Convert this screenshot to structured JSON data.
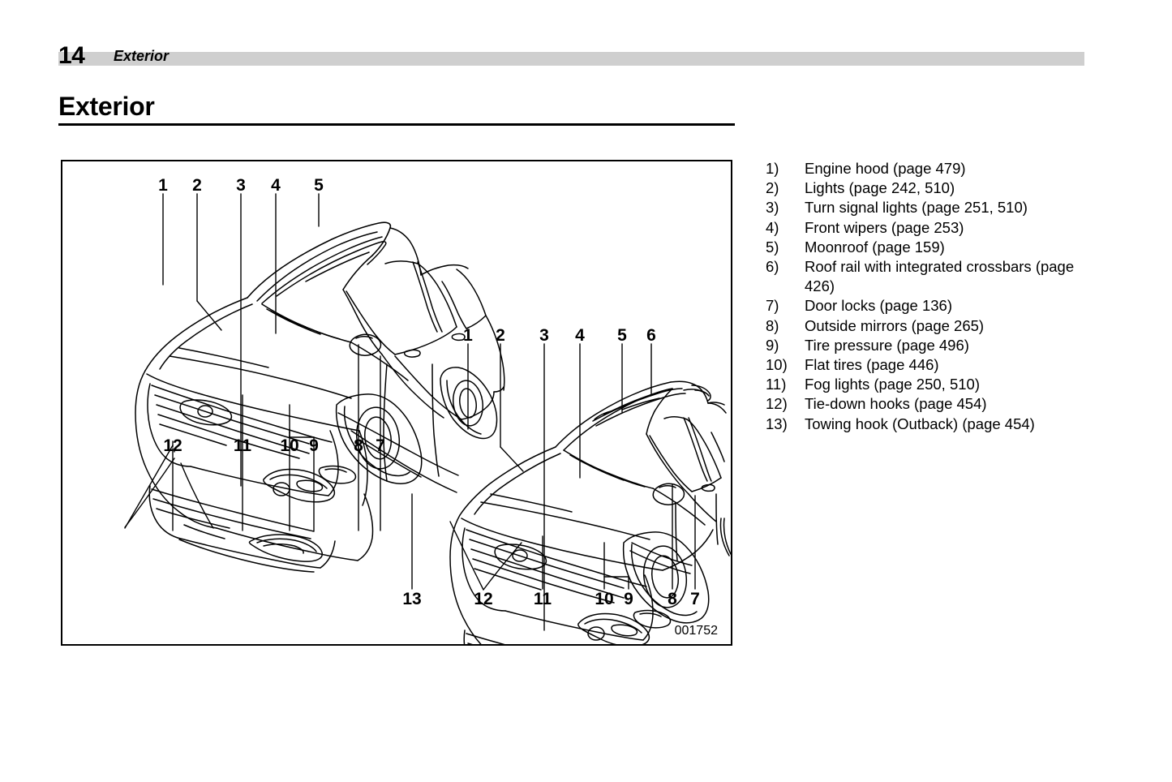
{
  "header": {
    "page_number": "14",
    "section_title": "Exterior"
  },
  "chapter": {
    "title": "Exterior"
  },
  "figure": {
    "id_code": "001752",
    "sedan": {
      "name": "sedan-front-three-quarter-view",
      "top_callouts": [
        "1",
        "2",
        "3",
        "4",
        "5"
      ],
      "bottom_callouts": [
        "12",
        "11",
        "10",
        "9",
        "8",
        "7"
      ]
    },
    "wagon": {
      "name": "outback-wagon-front-three-quarter-view",
      "top_callouts": [
        "1",
        "2",
        "3",
        "4",
        "5",
        "6"
      ],
      "bottom_callouts": [
        "13",
        "12",
        "11",
        "10",
        "9",
        "8",
        "7"
      ]
    }
  },
  "legend": {
    "items": [
      {
        "num": "1)",
        "text": "Engine hood (page 479)"
      },
      {
        "num": "2)",
        "text": "Lights (page 242, 510)"
      },
      {
        "num": "3)",
        "text": "Turn signal lights (page 251, 510)"
      },
      {
        "num": "4)",
        "text": "Front wipers (page 253)"
      },
      {
        "num": "5)",
        "text": "Moonroof (page 159)"
      },
      {
        "num": "6)",
        "text": "Roof rail with integrated crossbars (page 426)"
      },
      {
        "num": "7)",
        "text": "Door locks (page 136)"
      },
      {
        "num": "8)",
        "text": "Outside mirrors (page 265)"
      },
      {
        "num": "9)",
        "text": "Tire pressure (page 496)"
      },
      {
        "num": "10)",
        "text": "Flat tires (page 446)"
      },
      {
        "num": "11)",
        "text": "Fog lights (page 250, 510)"
      },
      {
        "num": "12)",
        "text": "Tie-down hooks (page 454)"
      },
      {
        "num": "13)",
        "text": "Towing hook (Outback) (page 454)"
      }
    ]
  },
  "colors": {
    "header_bar": "#cfcfcf",
    "ink": "#000000",
    "paper": "#ffffff"
  }
}
